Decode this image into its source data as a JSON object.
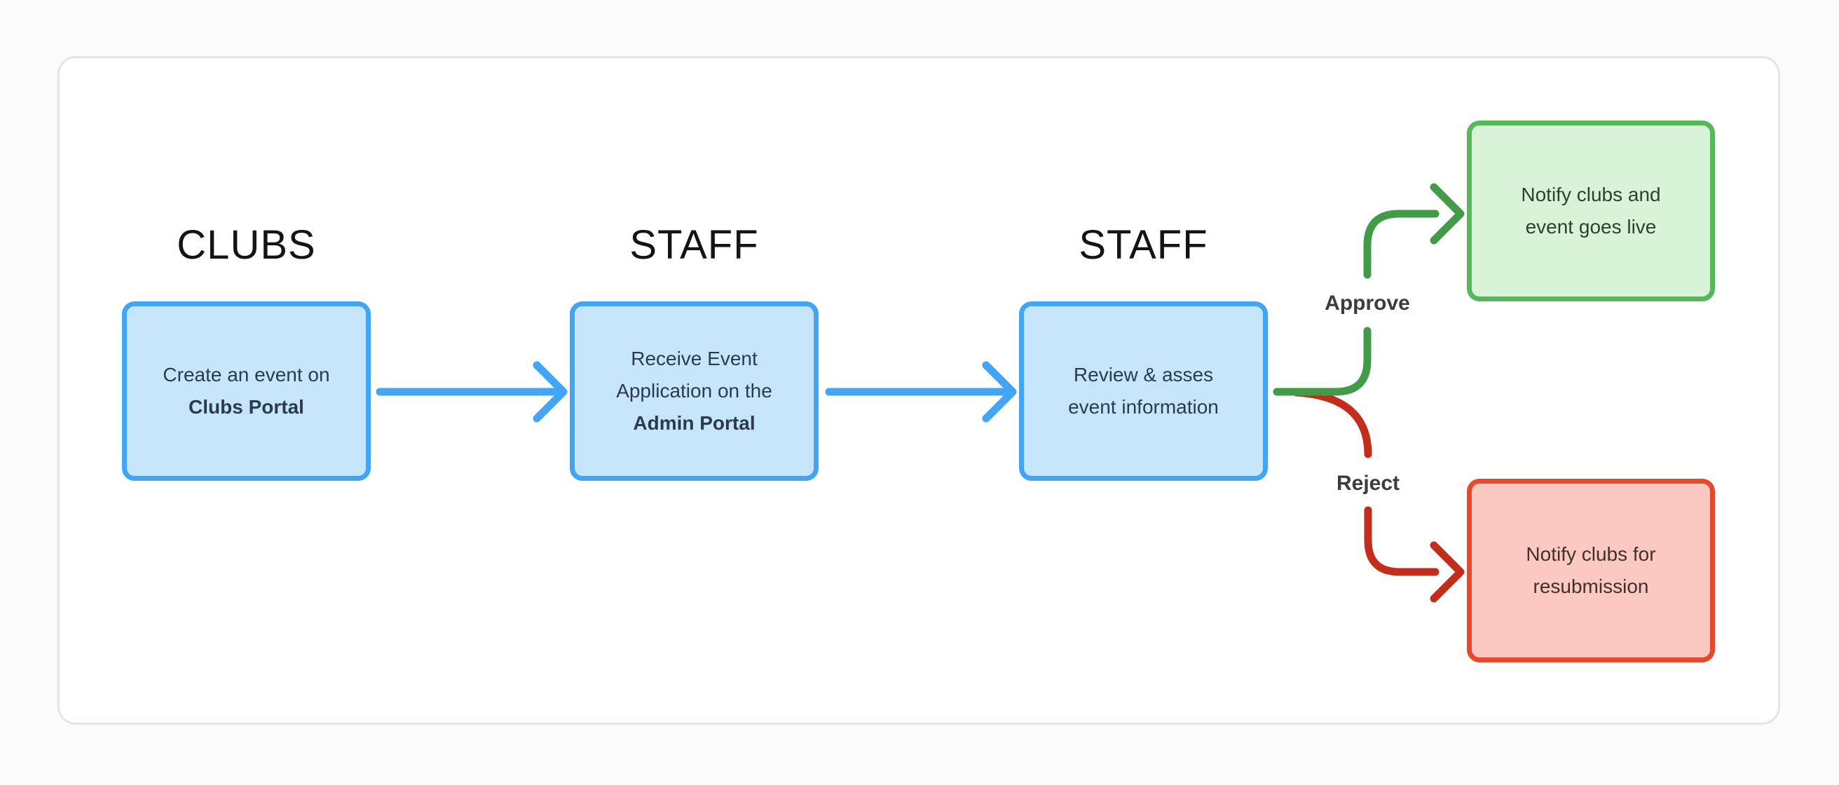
{
  "colors": {
    "page_bg": "#fbfbfb",
    "card_bg": "#ffffff",
    "card_border": "#e4e4e4",
    "process_fill": "#c6e5fb",
    "process_border": "#41a4f5",
    "connector_blue": "#42a5f5",
    "approved_fill": "#d9f3d9",
    "approved_border": "#55b95b",
    "connector_green": "#439a48",
    "rejected_fill": "#fbc9c1",
    "rejected_border": "#e8482c",
    "connector_red": "#c22d1c",
    "heading_text": "#141414",
    "node_text": "#2a3b4d",
    "approved_text": "#2f4030",
    "rejected_text": "#41312b",
    "edge_label_text": "#3c3c3c"
  },
  "headings": {
    "col1": "CLUBS",
    "col2": "STAFF",
    "col3": "STAFF"
  },
  "nodes": {
    "create_event": {
      "line1": "Create an event on",
      "line2": "Clubs Portal"
    },
    "receive_application": {
      "line1": "Receive Event",
      "line2": "Application on the",
      "line3": "Admin Portal"
    },
    "review": {
      "line1": "Review & asses",
      "line2": "event information"
    },
    "approved_outcome": {
      "line1": "Notify clubs and",
      "line2": "event goes live"
    },
    "rejected_outcome": {
      "line1": "Notify clubs for",
      "line2": "resubmission"
    }
  },
  "edge_labels": {
    "approve": "Approve",
    "reject": "Reject"
  }
}
